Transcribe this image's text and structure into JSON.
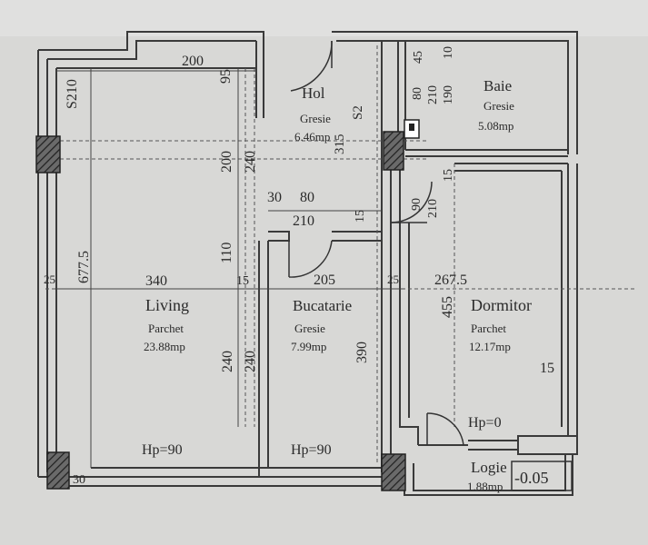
{
  "rooms": [
    {
      "id": "hol",
      "name": "Hol",
      "floor": "Gresie",
      "area": "6.46mp"
    },
    {
      "id": "baie",
      "name": "Baie",
      "floor": "Gresie",
      "area": "5.08mp"
    },
    {
      "id": "living",
      "name": "Living",
      "floor": "Parchet",
      "area": "23.88mp"
    },
    {
      "id": "bucatarie",
      "name": "Bucatarie",
      "floor": "Gresie",
      "area": "7.99mp"
    },
    {
      "id": "dormitor",
      "name": "Dormitor",
      "floor": "Parchet",
      "area": "12.17mp"
    },
    {
      "id": "logie",
      "name": "Logie",
      "floor": "",
      "area": "1.88mp"
    }
  ],
  "heights": {
    "living": "Hp=90",
    "bucatarie": "Hp=90",
    "dormitor": "Hp=0"
  },
  "level": "-0.05",
  "dimensions": {
    "d200_top": "200",
    "d95": "95",
    "s210": "S210",
    "d677_5": "677.5",
    "d25_left": "25",
    "d340": "340",
    "d200_mid": "200",
    "d240_mid": "240",
    "d30": "30",
    "d80": "80",
    "d210_hol": "210",
    "d15_hol": "15",
    "d110": "110",
    "d15_mid": "15",
    "d205": "205",
    "d25_right": "25",
    "d267_5": "267.5",
    "d455": "455",
    "d240_a": "240",
    "d240_b": "240",
    "d390": "390",
    "d15_dorm": "15",
    "d30_bottom": "30",
    "s2": "S2",
    "d315": "315",
    "d45": "45",
    "d80_baie": "80",
    "d210_baie": "210",
    "d190": "190",
    "d10": "10",
    "d90": "90",
    "d210_door": "210",
    "d15_door": "15"
  }
}
